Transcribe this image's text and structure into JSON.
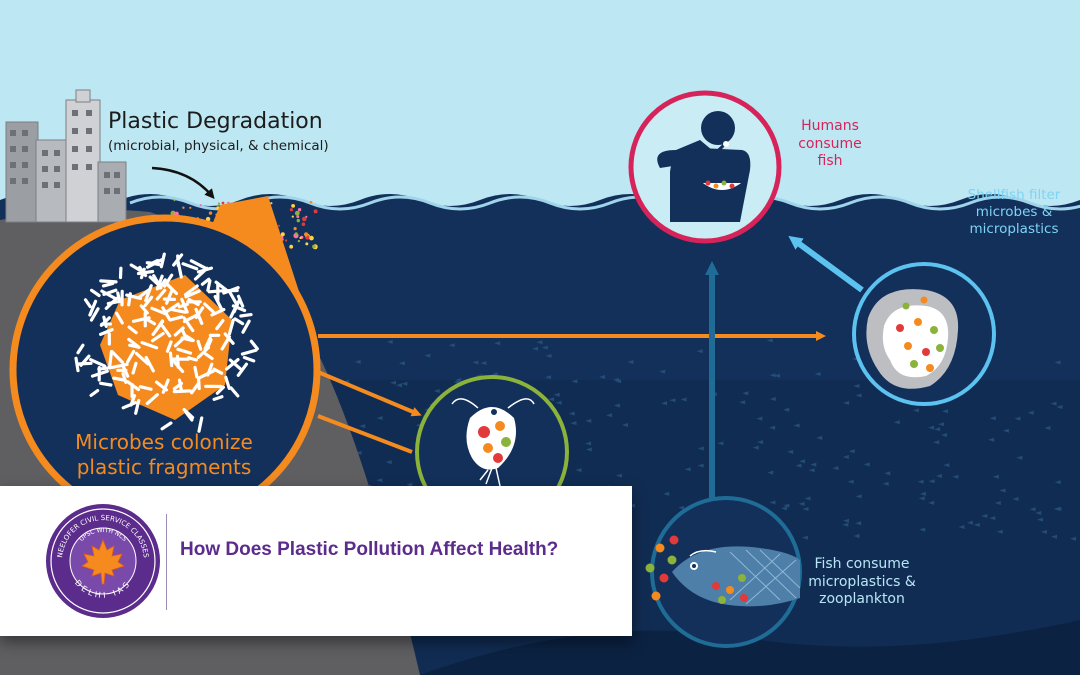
{
  "diagram": {
    "title": "Plastic Degradation",
    "subtitle": "(microbial, physical, & chemical)",
    "microbes_label": [
      "Microbes colonize",
      "plastic fragments"
    ],
    "humans_label": [
      "Humans",
      "consume",
      "fish"
    ],
    "shellfish_label": [
      "Shellfish filter",
      "microbes &",
      "microplastics"
    ],
    "fish_label": [
      "Fish consume",
      "microplastics &",
      "zooplankton"
    ]
  },
  "banner": {
    "title": "How Does Plastic Pollution Affect Health?",
    "logo_text_top": "NEELOFER CIVIL SERVICE CLASSES",
    "logo_text_mid": "UPSC WITH NCS",
    "logo_text_bottom": "DELHI IAS"
  },
  "colors": {
    "sky": "#bde7f2",
    "ocean": "#12305a",
    "orange": "#f58b1f",
    "human_circle": "#d6245a",
    "shellfish_circle": "#5cc2ef",
    "zooplankton_circle": "#8bb23a",
    "fish_circle": "#1f6d96",
    "banner_title": "#5b2c8c",
    "logo_purple": "#5b2c8c"
  },
  "icons": [
    "city-buildings-icon",
    "human-eating-icon",
    "oyster-icon",
    "zooplankton-icon",
    "fish-icon",
    "maple-leaf-icon"
  ]
}
